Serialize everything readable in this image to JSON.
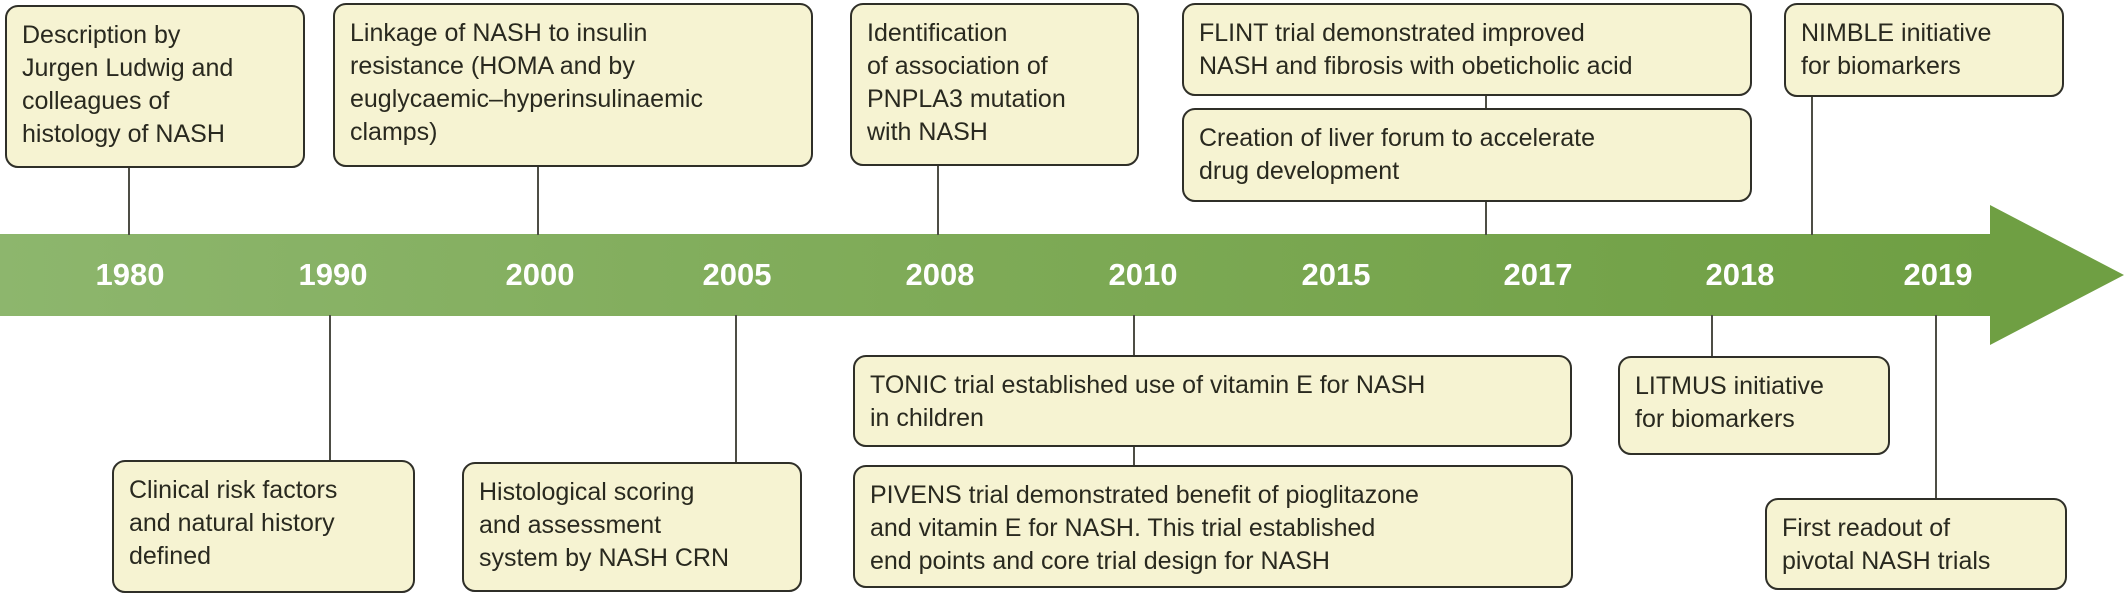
{
  "timeline": {
    "years": [
      "1980",
      "1990",
      "2000",
      "2005",
      "2008",
      "2010",
      "2015",
      "2017",
      "2018",
      "2019"
    ],
    "direction": "left-to-right arrow"
  },
  "events_top": [
    {
      "connects_to": "1980",
      "text": "Description by\nJurgen Ludwig and\ncolleagues of\nhistology of NASH"
    },
    {
      "connects_to": "2000",
      "text": "Linkage of NASH to insulin\nresistance (HOMA and by\neuglycaemic–hyperinsulinaemic\nclamps)"
    },
    {
      "connects_to": "2008",
      "text": "Identification\nof association of\nPNPLA3 mutation\nwith NASH"
    },
    {
      "connects_to": "2017",
      "text": "FLINT trial demonstrated improved\nNASH and fibrosis with obeticholic acid"
    },
    {
      "connects_to": "2017",
      "text": "Creation of liver forum to accelerate\ndrug development"
    },
    {
      "connects_to": "2018–2019",
      "text": "NIMBLE initiative\nfor biomarkers"
    }
  ],
  "events_bottom": [
    {
      "connects_to": "1990",
      "text": "Clinical risk factors\nand natural history\ndefined"
    },
    {
      "connects_to": "2005",
      "text": "Histological scoring\nand assessment\nsystem by NASH CRN"
    },
    {
      "connects_to": "2010",
      "text": "TONIC trial established use of vitamin E for NASH\nin children"
    },
    {
      "connects_to": "2010",
      "text": "PIVENS trial demonstrated benefit of pioglitazone\nand vitamin E for NASH. This trial established\nend points and core trial design for NASH"
    },
    {
      "connects_to": "2018",
      "text": "LITMUS initiative\nfor biomarkers"
    },
    {
      "connects_to": "2019",
      "text": "First readout of\npivotal NASH trials"
    }
  ],
  "colors": {
    "box_background": "#f6f3d2",
    "box_border": "#2f2f28",
    "box_text": "#29291f",
    "bar_green_left": "#8db66d",
    "bar_green_right": "#6f9f43",
    "year_text": "#ffffff",
    "connector": "#4d4d45"
  }
}
